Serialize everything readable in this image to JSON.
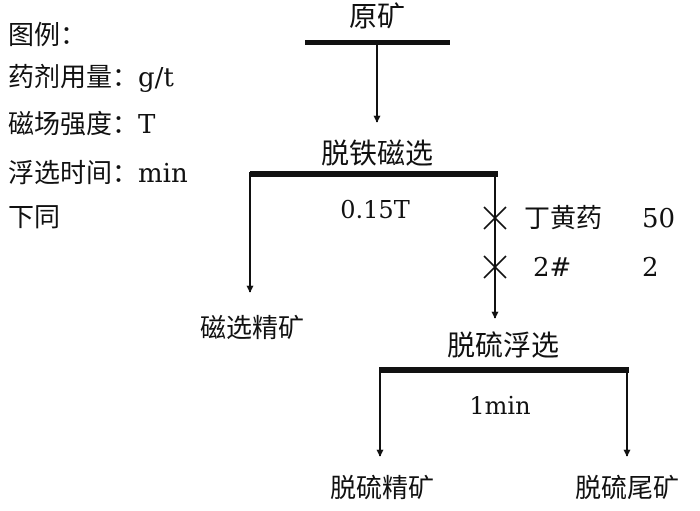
{
  "legend": {
    "lines": [
      "图例：",
      "药剂用量：g/t",
      "磁场强度：T",
      "浮选时间：min",
      "下同"
    ]
  },
  "flowsheet": {
    "feed": "原矿",
    "magnetic_separation": {
      "name": "脱铁磁选",
      "field_strength": "0.15T",
      "product": "磁选精矿"
    },
    "reagents": [
      {
        "name": "丁黄药",
        "dosage": "50"
      },
      {
        "name": "2#",
        "dosage": "2"
      }
    ],
    "flotation": {
      "name": "脱硫浮选",
      "time": "1min",
      "concentrate": "脱硫精矿",
      "tailings": "脱硫尾矿"
    }
  }
}
